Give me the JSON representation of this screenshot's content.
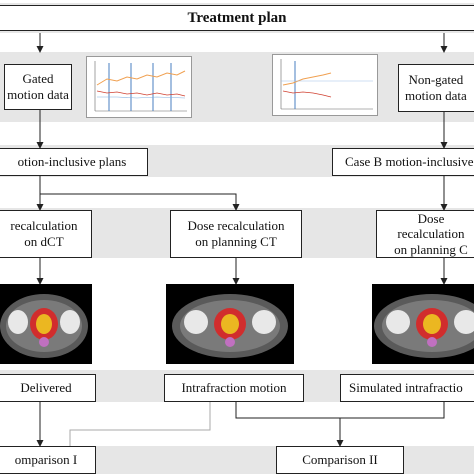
{
  "title": "Treatment plan",
  "boxes": {
    "gated_motion": "Gated\nmotion data",
    "non_gated_motion": "Non-gated\nmotion data",
    "case_a_plans": "otion-inclusive plans",
    "case_b_plans": "Case B motion-inclusive",
    "dose_recalc_dct": "recalculation\non dCT",
    "dose_recalc_planning_mid": "Dose recalculation\non planning CT",
    "dose_recalc_planning_right": "Dose recalculation\non planning C",
    "delivered": "Delivered",
    "intrafraction_motion": "Intrafraction motion",
    "simulated_intrafraction": "Simulated intrafractio",
    "comparison_1": "omparison I",
    "comparison_2": "Comparison II"
  },
  "colors": {
    "band": "#e6e6e6",
    "line": "#222222",
    "chart_orange": "#f0a050",
    "chart_blue": "#4a7fc0",
    "chart_red": "#d04030",
    "dose_red": "#e02020",
    "dose_yellow": "#f0d020"
  }
}
